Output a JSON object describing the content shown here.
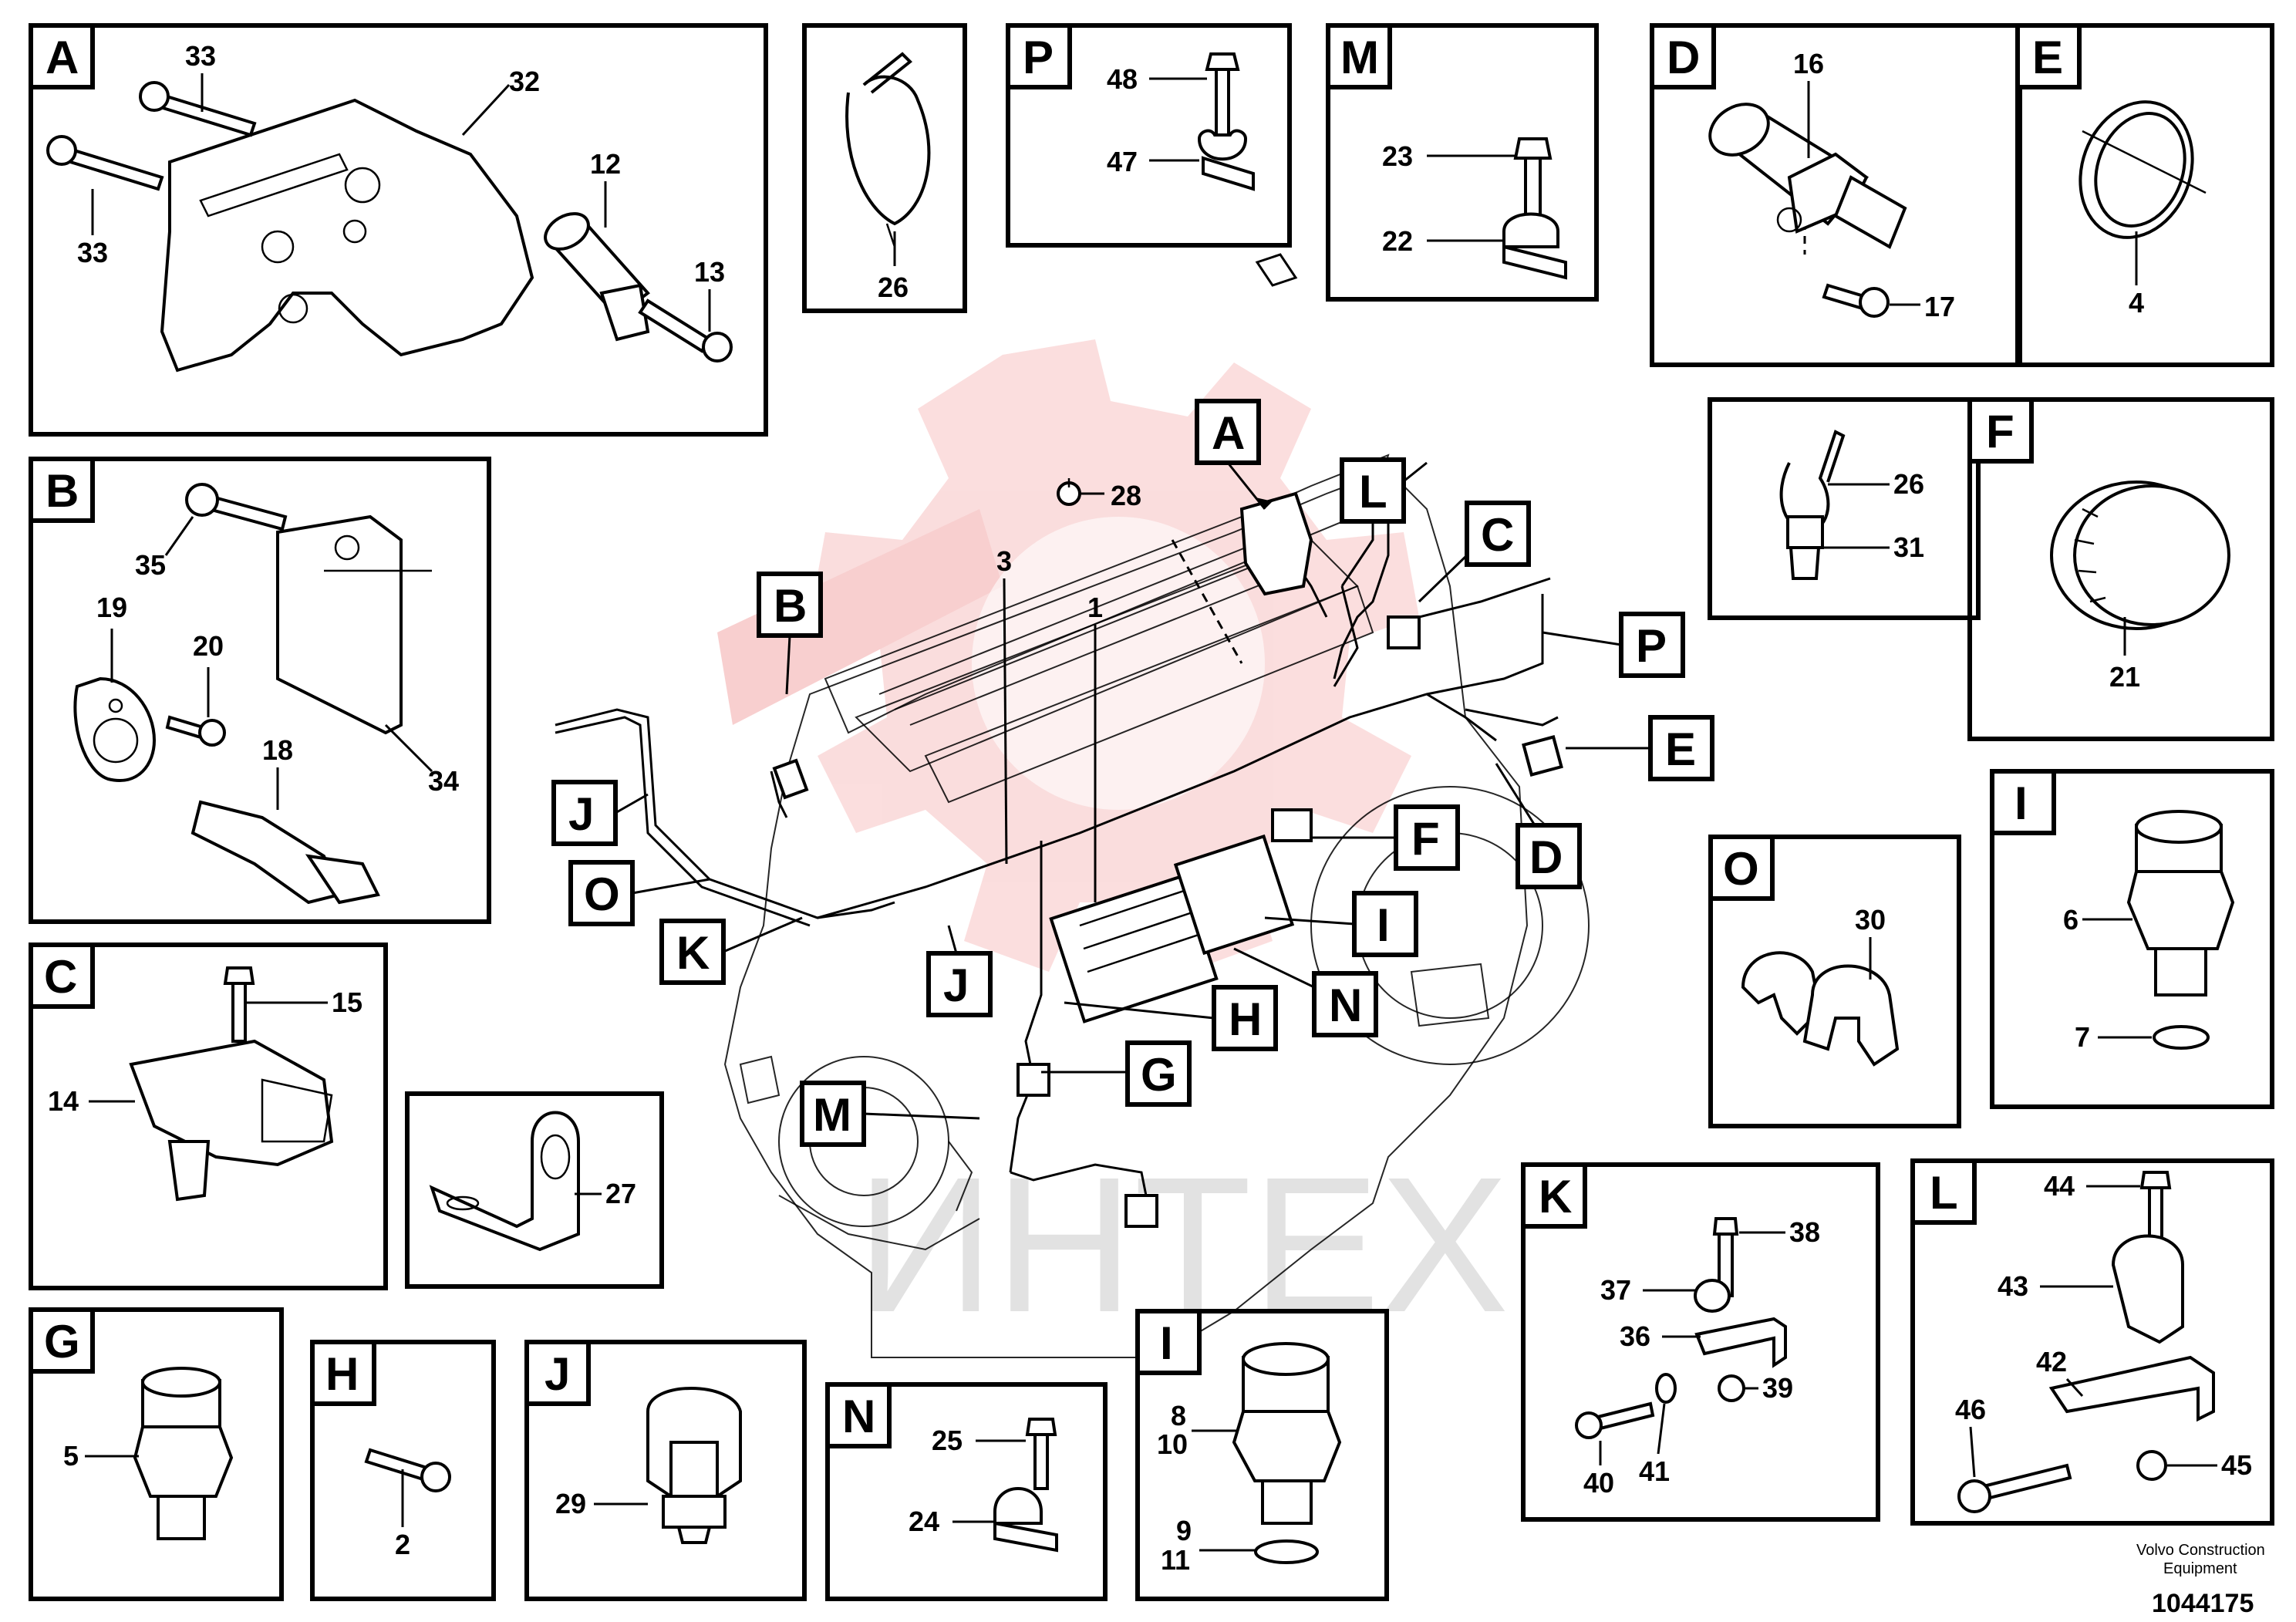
{
  "insets": {
    "A": {
      "tag": "A",
      "labels": [
        "33",
        "32",
        "33",
        "12",
        "13"
      ]
    },
    "T26": {
      "labels": [
        "26"
      ]
    },
    "P": {
      "tag": "P",
      "labels": [
        "48",
        "47"
      ]
    },
    "M": {
      "tag": "M",
      "labels": [
        "23",
        "22"
      ]
    },
    "D": {
      "tag": "D",
      "labels": [
        "16",
        "17"
      ]
    },
    "E": {
      "tag": "E",
      "labels": [
        "4"
      ]
    },
    "B": {
      "tag": "B",
      "labels": [
        "35",
        "19",
        "20",
        "18",
        "34"
      ]
    },
    "S26": {
      "labels": [
        "26",
        "31"
      ]
    },
    "F": {
      "tag": "F",
      "labels": [
        "21"
      ]
    },
    "C": {
      "tag": "C",
      "labels": [
        "15",
        "14"
      ]
    },
    "T27": {
      "labels": [
        "27"
      ]
    },
    "I1": {
      "tag": "I",
      "labels": [
        "6",
        "7"
      ]
    },
    "O": {
      "tag": "O",
      "labels": [
        "30"
      ]
    },
    "K": {
      "tag": "K",
      "labels": [
        "38",
        "37",
        "36",
        "39",
        "40",
        "41"
      ]
    },
    "L": {
      "tag": "L",
      "labels": [
        "44",
        "43",
        "42",
        "46",
        "45"
      ]
    },
    "G": {
      "tag": "G",
      "labels": [
        "5"
      ]
    },
    "H": {
      "tag": "H",
      "labels": [
        "2"
      ]
    },
    "J": {
      "tag": "J",
      "labels": [
        "29"
      ]
    },
    "N": {
      "tag": "N",
      "labels": [
        "25",
        "24"
      ]
    },
    "I2": {
      "tag": "I",
      "labels": [
        "8",
        "10",
        "9",
        "11"
      ]
    }
  },
  "main": {
    "callouts": [
      "A",
      "L",
      "C",
      "B",
      "P",
      "E",
      "J",
      "D",
      "F",
      "O",
      "K",
      "I",
      "J",
      "N",
      "H",
      "G",
      "M"
    ],
    "numbers": [
      "28",
      "3",
      "1"
    ]
  },
  "watermark": "ИНТЕХ",
  "footer": {
    "company_line1": "Volvo Construction",
    "company_line2": "Equipment",
    "drawing_number": "1044175"
  }
}
